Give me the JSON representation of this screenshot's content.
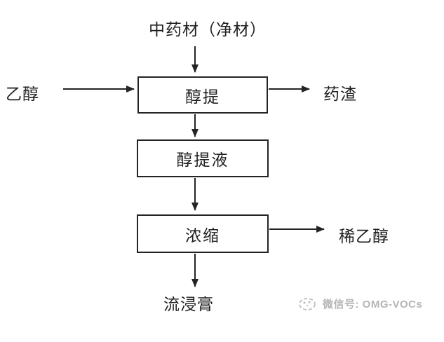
{
  "diagram": {
    "source_material": "中药材（净材）",
    "input_left": "乙醇",
    "step_extract": "醇提",
    "byproduct_residue": "药渣",
    "step_extract_liquid": "醇提液",
    "step_concentrate": "浓缩",
    "byproduct_dilute_ethanol": "稀乙醇",
    "output_fluid_extract": "流浸膏"
  },
  "watermark": {
    "label": "微信号: OMG-VOCs"
  },
  "colors": {
    "line": "#242424",
    "watermark": "#b5b5b5",
    "background": "#ffffff"
  }
}
